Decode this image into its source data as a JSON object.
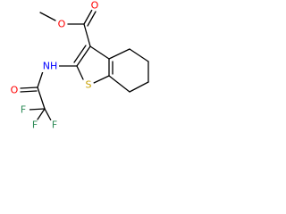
{
  "molecule": {
    "atoms": {
      "o_ester_carbonyl": "O",
      "o_ester_single": "O",
      "n_amide": "NH",
      "o_amide": "O",
      "s_ring": "S",
      "f1": "F",
      "f2": "F",
      "f3": "F"
    },
    "colors": {
      "oxygen": "#ff0000",
      "nitrogen": "#0000ff",
      "sulfur": "#c8a000",
      "fluorine": "#2e8b57",
      "bond": "#000000"
    }
  }
}
